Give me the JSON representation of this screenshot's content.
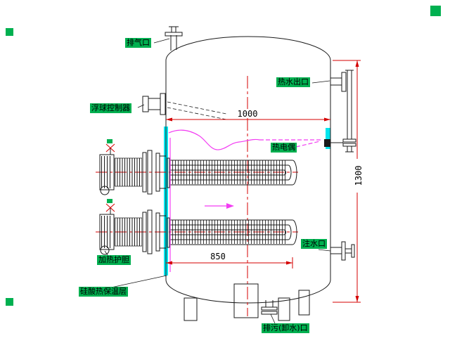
{
  "drawing": {
    "labels": {
      "vent": "排气口",
      "hot_water_outlet": "热水出口",
      "float_controller": "浮球控制器",
      "thermocouple": "热电偶",
      "heater": "加热护胆",
      "insulation": "硅酸热保温层",
      "water_inlet": "注水口",
      "drain": "排污(卸水)口"
    },
    "dimensions": {
      "width_top": "1000",
      "width_bottom": "850",
      "height_right": "1300"
    }
  },
  "colors": {
    "ink": "#1a1a1a",
    "label_green": "#00b050",
    "line_red": "#d40000",
    "magenta": "#f23cf2",
    "cyan": "#00e5ee",
    "background": "#ffffff"
  }
}
